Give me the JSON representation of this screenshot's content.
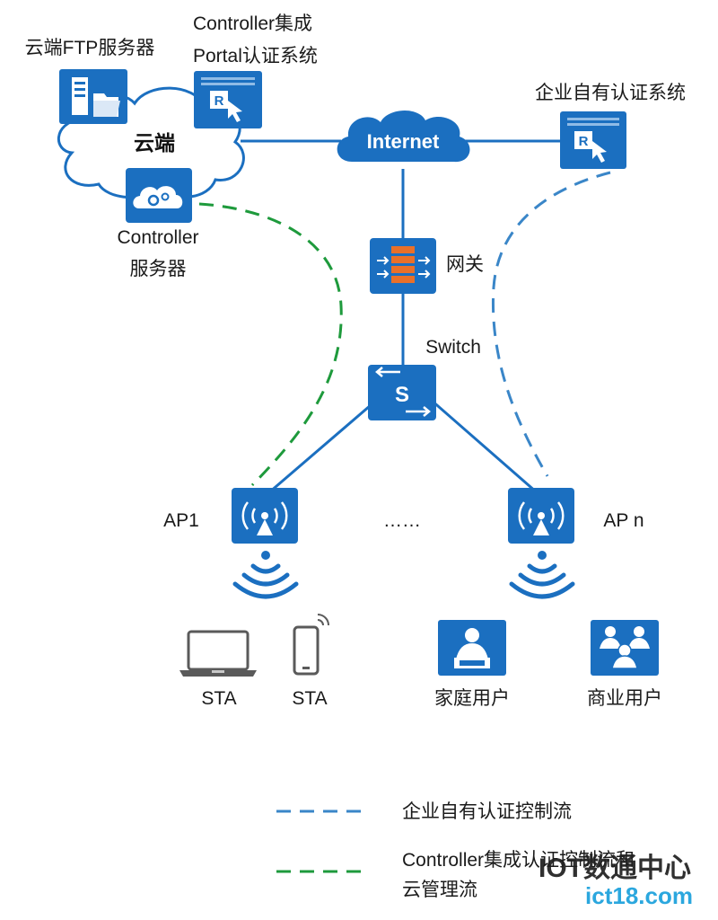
{
  "colors": {
    "device": "#1b6fc0",
    "device_dark": "#0d4f94",
    "link": "#1b6fc0",
    "enterprise_flow": "#3a86c8",
    "cloud_flow": "#1e9a3c",
    "cloud_outline": "#1b6fc0",
    "firewall": "#e8702a",
    "watermark_accent": "#1aa0dc"
  },
  "nodes": {
    "cloud_ftp_server": {
      "label": "云端FTP服务器",
      "icon": "server-icon"
    },
    "controller_portal": {
      "label_line1": "Controller集成",
      "label_line2": "Portal认证系统",
      "icon": "auth-system-icon"
    },
    "cloud": {
      "label": "云端",
      "icon": "cloud-icon"
    },
    "controller_server": {
      "label_line1": "Controller",
      "label_line2": "服务器",
      "icon": "cloud-gear-icon"
    },
    "internet": {
      "label": "Internet",
      "icon": "internet-cloud-icon"
    },
    "enterprise_auth": {
      "label": "企业自有认证系统",
      "icon": "auth-system-icon"
    },
    "gateway": {
      "label": "网关",
      "icon": "firewall-icon"
    },
    "switch": {
      "label": "Switch",
      "icon": "switch-icon"
    },
    "ap1": {
      "label": "AP1",
      "icon": "access-point-icon"
    },
    "ellipsis": {
      "label": "……"
    },
    "apn": {
      "label": "AP n",
      "icon": "access-point-icon"
    },
    "sta_laptop": {
      "label": "STA",
      "icon": "laptop-icon"
    },
    "sta_phone": {
      "label": "STA",
      "icon": "phone-icon"
    },
    "home_user": {
      "label": "家庭用户",
      "icon": "single-user-icon"
    },
    "business_user": {
      "label": "商业用户",
      "icon": "group-users-icon"
    }
  },
  "legend": {
    "enterprise_flow": {
      "label": "企业自有认证控制流"
    },
    "cloud_flow": {
      "label_line1": "Controller集成认证控制流和",
      "label_line2": "云管理流"
    }
  },
  "watermark": {
    "text_cn": "IOT数通中心",
    "text_en": "ict18.com"
  }
}
